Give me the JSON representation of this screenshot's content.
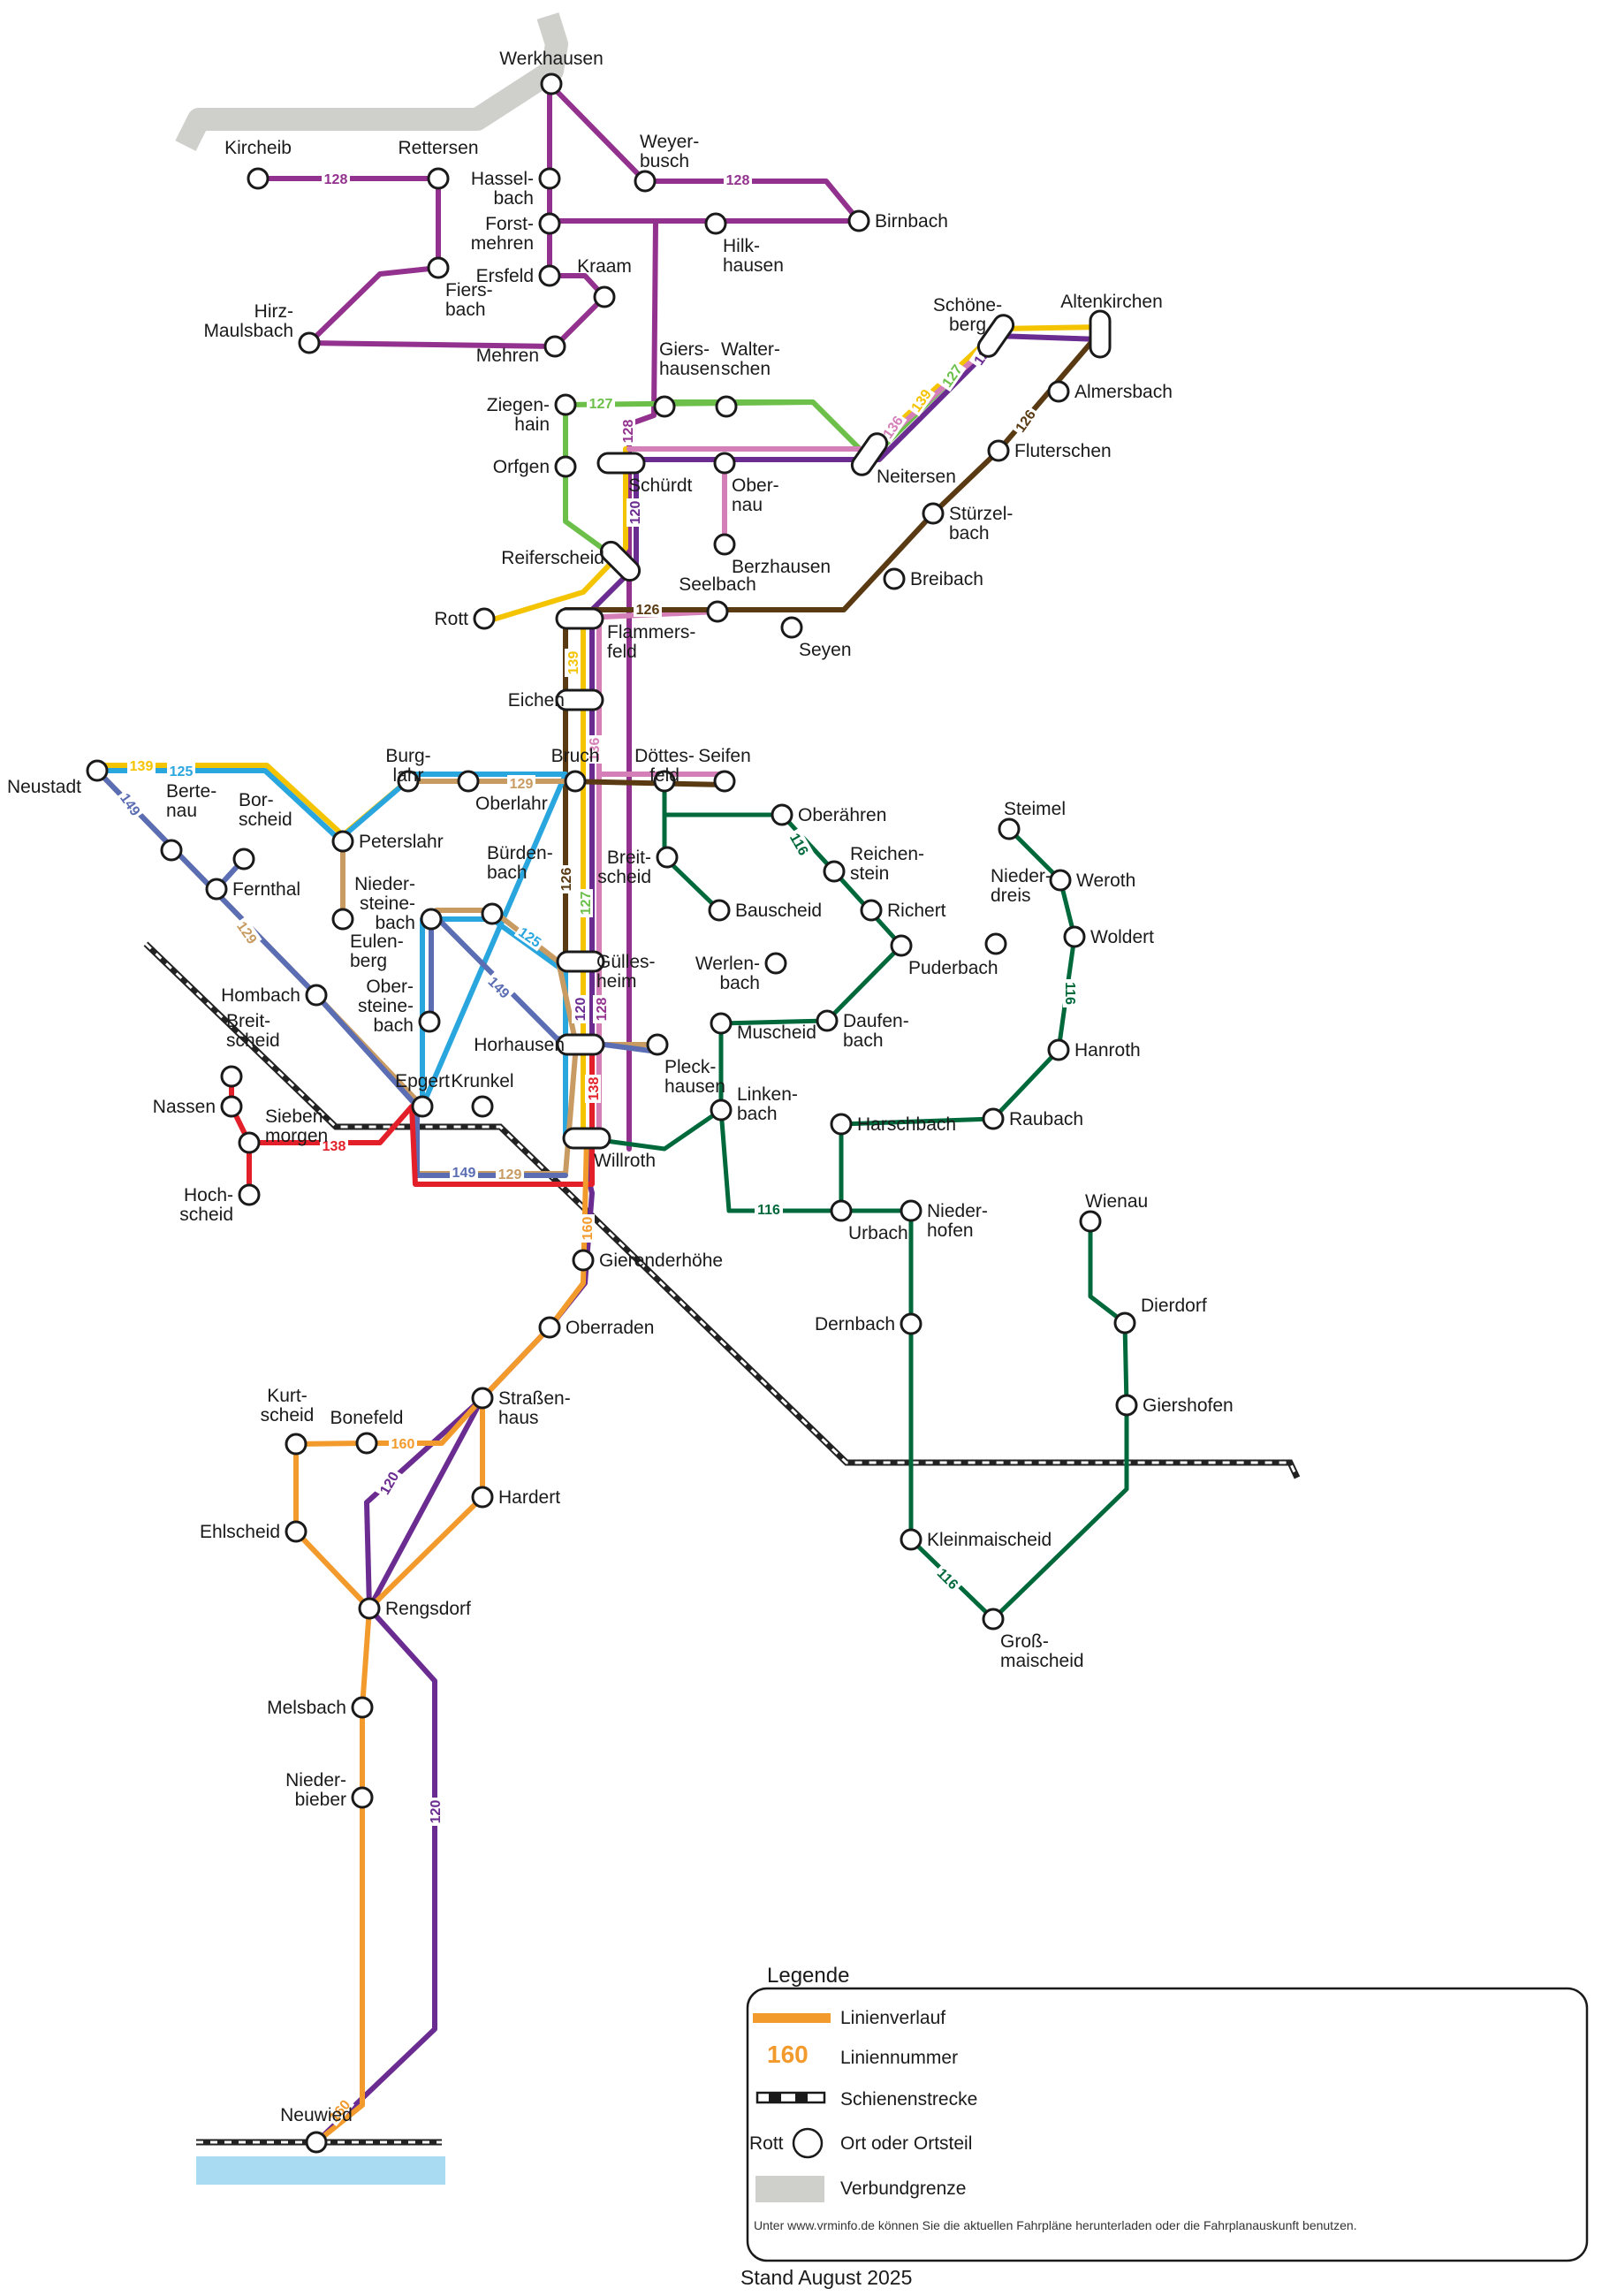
{
  "map": {
    "colors": {
      "116": "#00693c",
      "120": "#6b2c91",
      "125": "#2aa6de",
      "126": "#5a3a12",
      "127": "#6cc04a",
      "128": "#93328e",
      "129": "#c89b63",
      "136": "#d57fb8",
      "138": "#e3202a",
      "139": "#f5c400",
      "149": "#5b6db3",
      "160": "#f39a2c",
      "border": "#cfcfcc",
      "rail": "#222222",
      "water": "#a9dcf3"
    },
    "stations": [
      {
        "name": "Werkhausen",
        "label": "Werkhausen"
      },
      {
        "name": "Kircheib",
        "label": "Kircheib"
      },
      {
        "name": "Rettersen",
        "label": "Rettersen"
      },
      {
        "name": "Hasselbach",
        "label": "Hassel-\nbach"
      },
      {
        "name": "Weyerbusch",
        "label": "Weyer-\nbusch"
      },
      {
        "name": "Forstmehren",
        "label": "Forst-\nmehren"
      },
      {
        "name": "Hilkhausen",
        "label": "Hilk-\nhausen"
      },
      {
        "name": "Birnbach",
        "label": "Birnbach"
      },
      {
        "name": "Ersfeld",
        "label": "Ersfeld"
      },
      {
        "name": "Kraam",
        "label": "Kraam"
      },
      {
        "name": "Fiersbach",
        "label": "Fiers-\nbach"
      },
      {
        "name": "Hirz-Maulsbach",
        "label": "Hirz-\nMaulsbach"
      },
      {
        "name": "Mehren",
        "label": "Mehren"
      },
      {
        "name": "Schoeneberg",
        "label": "Schöne-\nberg"
      },
      {
        "name": "Altenkirchen",
        "label": "Altenkirchen"
      },
      {
        "name": "Giershausen",
        "label": "Giers-\nhausen"
      },
      {
        "name": "Walterschen",
        "label": "Walter-\nschen"
      },
      {
        "name": "Ziegenhain",
        "label": "Ziegen-\nhain"
      },
      {
        "name": "Almersbach",
        "label": "Almersbach"
      },
      {
        "name": "Orfgen",
        "label": "Orfgen"
      },
      {
        "name": "Schuerdt",
        "label": "Schürdt"
      },
      {
        "name": "Obernau",
        "label": "Ober-\nnau"
      },
      {
        "name": "Neitersen",
        "label": "Neitersen"
      },
      {
        "name": "Fluterschen",
        "label": "Fluterschen"
      },
      {
        "name": "Stuerzelbach",
        "label": "Stürzel-\nbach"
      },
      {
        "name": "Berzhausen",
        "label": "Berzhausen"
      },
      {
        "name": "Reiferscheid",
        "label": "Reiferscheid"
      },
      {
        "name": "Breibach",
        "label": "Breibach"
      },
      {
        "name": "Rott",
        "label": "Rott"
      },
      {
        "name": "Seelbach",
        "label": "Seelbach"
      },
      {
        "name": "Flammersfeld",
        "label": "Flammers-\nfeld"
      },
      {
        "name": "Seyen",
        "label": "Seyen"
      },
      {
        "name": "Eichen",
        "label": "Eichen"
      },
      {
        "name": "Neustadt",
        "label": "Neustadt"
      },
      {
        "name": "Burglahr",
        "label": "Burg-\nlahr"
      },
      {
        "name": "Bruch",
        "label": "Bruch"
      },
      {
        "name": "Doettesfeld",
        "label": "Döttes-\nfeld"
      },
      {
        "name": "Seifen",
        "label": "Seifen"
      },
      {
        "name": "Oberlahr",
        "label": "Oberlahr"
      },
      {
        "name": "Oberaehren",
        "label": "Oberähren"
      },
      {
        "name": "Steimel",
        "label": "Steimel"
      },
      {
        "name": "Bertenau",
        "label": "Berte-\nnau"
      },
      {
        "name": "Borscheid",
        "label": "Bor-\nscheid"
      },
      {
        "name": "Peterslahr",
        "label": "Peterslahr"
      },
      {
        "name": "Breitscheid-N",
        "label": "Breit-\nscheid"
      },
      {
        "name": "Reichenstein",
        "label": "Reichen-\nstein"
      },
      {
        "name": "Fernthal",
        "label": "Fernthal"
      },
      {
        "name": "Weroth",
        "label": "Weroth"
      },
      {
        "name": "Niederdreis",
        "label": "Nieder-\ndreis"
      },
      {
        "name": "Niedersteinebach",
        "label": "Nieder-\nsteine-\nbach"
      },
      {
        "name": "Buerdenbach",
        "label": "Bürden-\nbach"
      },
      {
        "name": "Bauscheid",
        "label": "Bauscheid"
      },
      {
        "name": "Richert",
        "label": "Richert"
      },
      {
        "name": "Woldert",
        "label": "Woldert"
      },
      {
        "name": "Eulenberg",
        "label": "Eulen-\nberg"
      },
      {
        "name": "Guellesheim",
        "label": "Gülles-\nheim"
      },
      {
        "name": "Werlenbach",
        "label": "Werlen-\nbach"
      },
      {
        "name": "Puderbach",
        "label": "Puderbach"
      },
      {
        "name": "Hombach",
        "label": "Hombach"
      },
      {
        "name": "Obersteinebach",
        "label": "Ober-\nsteine-\nbach"
      },
      {
        "name": "Daufenbach",
        "label": "Daufen-\nbach"
      },
      {
        "name": "Muscheid",
        "label": "Muscheid"
      },
      {
        "name": "Horhausen",
        "label": "Horhausen"
      },
      {
        "name": "Pleckhausen",
        "label": "Pleck-\nhausen"
      },
      {
        "name": "Hanroth",
        "label": "Hanroth"
      },
      {
        "name": "Breitscheid-S",
        "label": "Breit-\nscheid"
      },
      {
        "name": "Linkenbach",
        "label": "Linken-\nbach"
      },
      {
        "name": "Nassen",
        "label": "Nassen"
      },
      {
        "name": "Epgert",
        "label": "Epgert"
      },
      {
        "name": "Krunkel",
        "label": "Krunkel"
      },
      {
        "name": "Siebenmorgen",
        "label": "Sieben-\nmorgen"
      },
      {
        "name": "Harschbach",
        "label": "Harschbach"
      },
      {
        "name": "Raubach",
        "label": "Raubach"
      },
      {
        "name": "Willroth",
        "label": "Willroth"
      },
      {
        "name": "Hochscheid",
        "label": "Hoch-\nscheid"
      },
      {
        "name": "Wienau",
        "label": "Wienau"
      },
      {
        "name": "Urbach",
        "label": "Urbach"
      },
      {
        "name": "Niederhofen",
        "label": "Nieder-\nhofen"
      },
      {
        "name": "Gierenderhoehe",
        "label": "Gierenderhöhe"
      },
      {
        "name": "Dierdorf",
        "label": "Dierdorf"
      },
      {
        "name": "Oberraden",
        "label": "Oberraden"
      },
      {
        "name": "Dernbach",
        "label": "Dernbach"
      },
      {
        "name": "Giershofen",
        "label": "Giershofen"
      },
      {
        "name": "Strassenhaus",
        "label": "Straßen-\nhaus"
      },
      {
        "name": "Kurtscheid",
        "label": "Kurt-\nscheid"
      },
      {
        "name": "Bonefeld",
        "label": "Bonefeld"
      },
      {
        "name": "Hardert",
        "label": "Hardert"
      },
      {
        "name": "Ehlscheid",
        "label": "Ehlscheid"
      },
      {
        "name": "Kleinmaischeid",
        "label": "Kleinmaischeid"
      },
      {
        "name": "Rengsdorf",
        "label": "Rengsdorf"
      },
      {
        "name": "Grossmaischeid",
        "label": "Groß-\nmaischeid"
      },
      {
        "name": "Melsbach",
        "label": "Melsbach"
      },
      {
        "name": "Niederbieber",
        "label": "Nieder-\nbieber"
      },
      {
        "name": "Neuwied",
        "label": "Neuwied"
      }
    ],
    "line_numbers": [
      {
        "name": "128-kircheib",
        "text": "128",
        "line": "128"
      },
      {
        "name": "128-weyerbusch",
        "text": "128",
        "line": "128"
      },
      {
        "name": "128-vertical",
        "text": "128",
        "line": "128"
      },
      {
        "name": "127-ziegenhain",
        "text": "127",
        "line": "127"
      },
      {
        "name": "136-neitersen",
        "text": "136",
        "line": "136"
      },
      {
        "name": "139-neitersen",
        "text": "139",
        "line": "139"
      },
      {
        "name": "127-neitersen",
        "text": "127",
        "line": "127"
      },
      {
        "name": "120-neitersen",
        "text": "120",
        "line": "120"
      },
      {
        "name": "126-fluterschen",
        "text": "126",
        "line": "126"
      },
      {
        "name": "120-schuerdt",
        "text": "120",
        "line": "120"
      },
      {
        "name": "126-seelbach",
        "text": "126",
        "line": "126"
      },
      {
        "name": "139-flammersfeld",
        "text": "139",
        "line": "139"
      },
      {
        "name": "136-bruch",
        "text": "136",
        "line": "136"
      },
      {
        "name": "139-neustadt",
        "text": "139",
        "line": "139"
      },
      {
        "name": "125-neustadt",
        "text": "125",
        "line": "125"
      },
      {
        "name": "149-neustadt",
        "text": "149",
        "line": "149"
      },
      {
        "name": "129-oberlahr",
        "text": "129",
        "line": "129"
      },
      {
        "name": "129-fernthal",
        "text": "129",
        "line": "129"
      },
      {
        "name": "116-oberaehren",
        "text": "116",
        "line": "116"
      },
      {
        "name": "126-guellesheim",
        "text": "126",
        "line": "126"
      },
      {
        "name": "127-guellesheim",
        "text": "127",
        "line": "127"
      },
      {
        "name": "125-buerdenbach",
        "text": "125",
        "line": "125"
      },
      {
        "name": "149-steinebach",
        "text": "149",
        "line": "149"
      },
      {
        "name": "120-horhausen",
        "text": "120",
        "line": "120"
      },
      {
        "name": "128-horhausen",
        "text": "128",
        "line": "128"
      },
      {
        "name": "116-woldert",
        "text": "116",
        "line": "116"
      },
      {
        "name": "138-willroth",
        "text": "138",
        "line": "138"
      },
      {
        "name": "138-siebenmorgen",
        "text": "138",
        "line": "138"
      },
      {
        "name": "149-willroth",
        "text": "149",
        "line": "149"
      },
      {
        "name": "129-willroth",
        "text": "129",
        "line": "129"
      },
      {
        "name": "116-urbach",
        "text": "116",
        "line": "116"
      },
      {
        "name": "160-gierend",
        "text": "160",
        "line": "160"
      },
      {
        "name": "160-bonefeld",
        "text": "160",
        "line": "160"
      },
      {
        "name": "120-rengsdorf",
        "text": "120",
        "line": "120"
      },
      {
        "name": "116-kleinmaischeid",
        "text": "116",
        "line": "116"
      },
      {
        "name": "120-neuwied",
        "text": "120",
        "line": "120"
      },
      {
        "name": "160-neuwied",
        "text": "160",
        "line": "160"
      }
    ]
  },
  "legend": {
    "title": "Legende",
    "line_label": "Linienverlauf",
    "number_sample": "160",
    "number_label": "Liniennummer",
    "rail_label": "Schienenstrecke",
    "stop_sample": "Rott",
    "stop_label": "Ort oder Ortsteil",
    "border_label": "Verbundgrenze",
    "note": "Unter www.vrminfo.de können Sie die aktuellen Fahrpläne herunterladen oder die Fahrplanauskunft benutzen."
  },
  "footer": {
    "stand": "Stand August 2025"
  }
}
